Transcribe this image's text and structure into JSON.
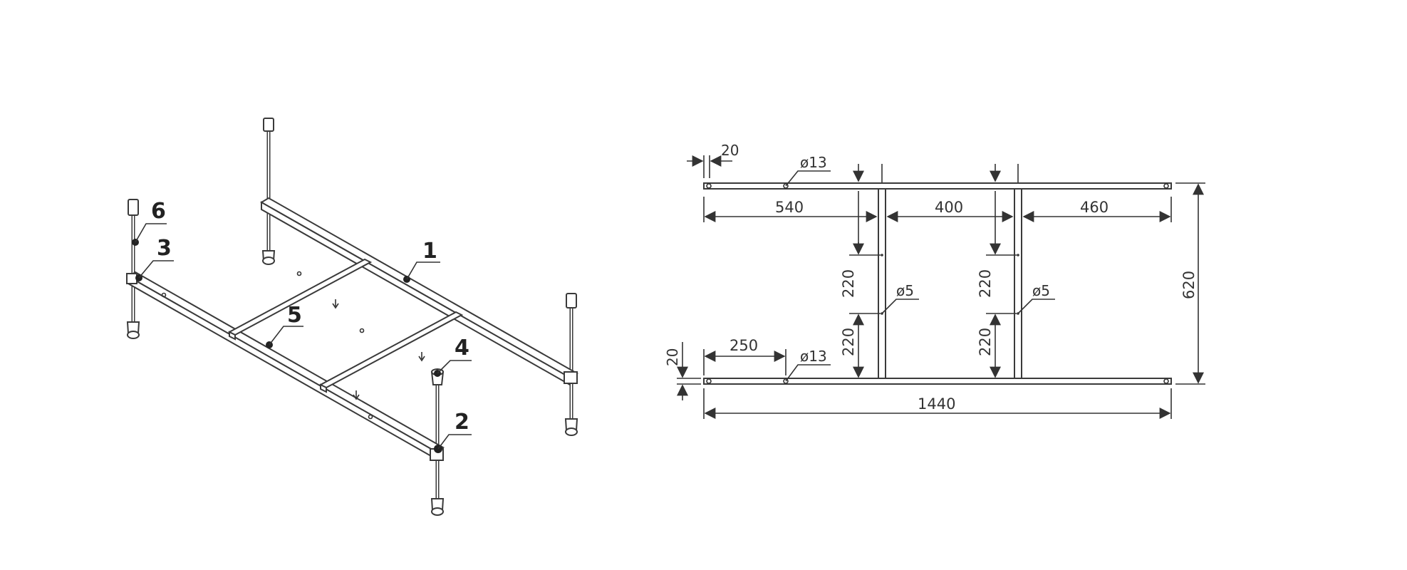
{
  "isometric_view": {
    "callouts": [
      "1",
      "2",
      "3",
      "4",
      "5",
      "6"
    ]
  },
  "plan_view": {
    "dimensions": {
      "edge_offset_top": "20",
      "hole_top": "ø13",
      "seg_left": "540",
      "seg_middle": "400",
      "seg_right": "460",
      "left_upper_220": "220",
      "left_lower_220": "220",
      "right_upper_220": "220",
      "right_lower_220": "220",
      "hole_left_crossbar": "ø5",
      "hole_right_crossbar": "ø5",
      "total_height": "620",
      "edge_offset_side": "20",
      "foot_offset": "250",
      "hole_bottom": "ø13",
      "total_length": "1440"
    }
  },
  "colors": {
    "line": "#3a3a3a",
    "background": "#ffffff"
  }
}
